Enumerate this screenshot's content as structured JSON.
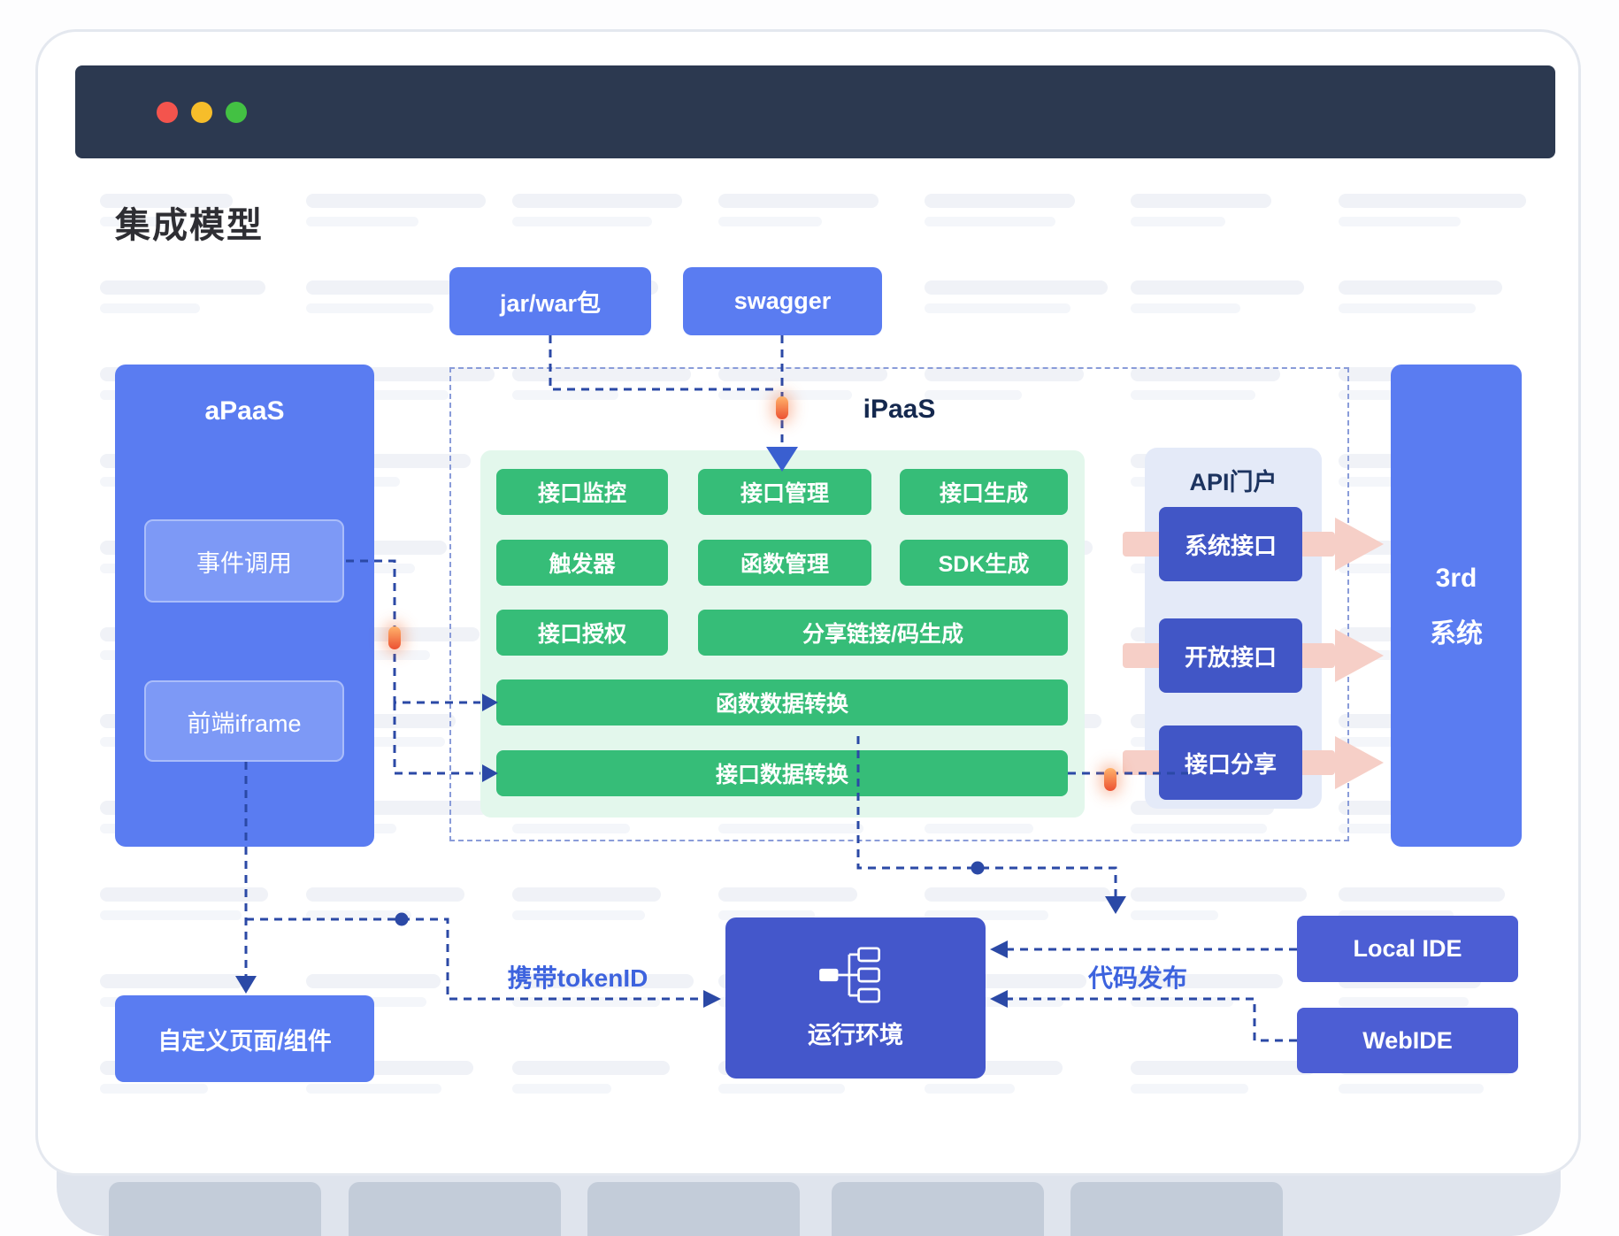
{
  "title": "集成模型",
  "nodes": {
    "jar": "jar/war包",
    "swagger": "swagger",
    "apaas": {
      "title": "aPaaS",
      "event": "事件调用",
      "iframe": "前端iframe"
    },
    "ipaas": {
      "title": "iPaaS",
      "grid": [
        [
          "接口监控",
          "接口管理",
          "接口生成"
        ],
        [
          "触发器",
          "函数管理",
          "SDK生成"
        ],
        [
          "接口授权",
          "分享链接/码生成"
        ]
      ],
      "wide": [
        "函数数据转换",
        "接口数据转换"
      ]
    },
    "portal": {
      "title": "API门户",
      "items": [
        "系统接口",
        "开放接口",
        "接口分享"
      ]
    },
    "third_system": {
      "line1": "3rd",
      "line2": "系统"
    },
    "runtime": "运行环境",
    "custom_page": "自定义页面/组件",
    "local_ide": "Local IDE",
    "web_ide": "WebIDE"
  },
  "labels": {
    "token": "携带tokenID",
    "deploy": "代码发布"
  },
  "colors": {
    "titlebar": "#2c3950",
    "brand_blue": "#5a7cf1",
    "light_blue_item": "#7d99f6",
    "green": "#36bd78",
    "light_green_panel": "#e3f7ec",
    "portal_panel": "#e4eaf8",
    "indigo": "#4156c6",
    "runtime_indigo": "#4457cb",
    "line_navy": "#2b49a6",
    "pink_arrow": "#f6cfc7",
    "traffic_red": "#f4544d",
    "traffic_yellow": "#f6bd2a",
    "traffic_green": "#43c143"
  }
}
